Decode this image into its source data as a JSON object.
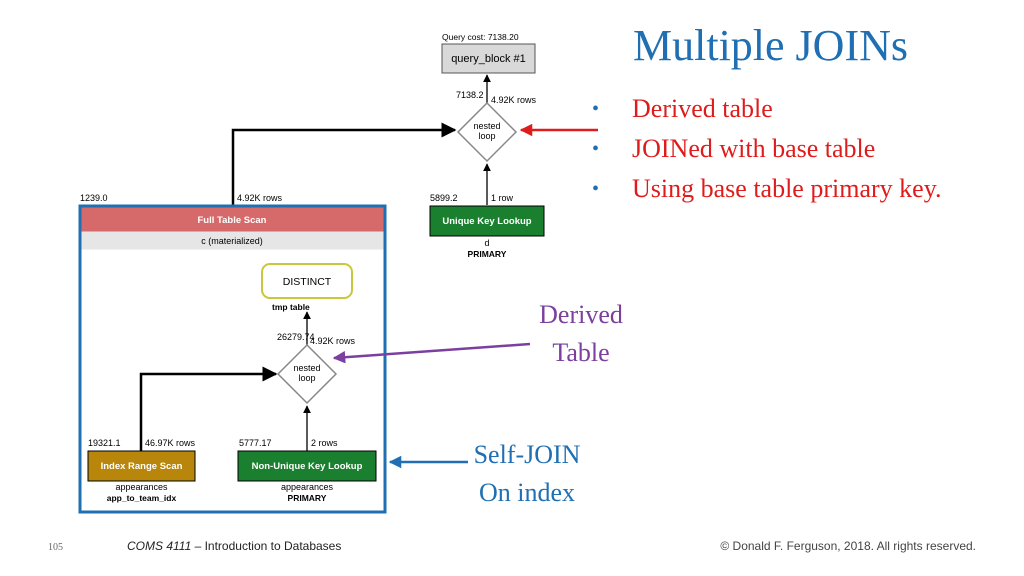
{
  "slide": {
    "title": "Multiple JOINs",
    "bullets": [
      "Derived table",
      "JOINed with base table",
      "Using base table primary key."
    ],
    "note_derived": [
      "Derived",
      "Table"
    ],
    "note_selfjoin": [
      "Self-JOIN",
      "On index"
    ],
    "footer": {
      "slide_number": "105",
      "course_code": "COMS 4111",
      "course_rest": " – Introduction to Databases",
      "copyright": "© Donald F. Ferguson, 2018. All rights reserved."
    },
    "colors": {
      "title": "#1f6fb2",
      "bullets": "#e01b1b",
      "derived_note": "#7b3fa0",
      "selfjoin_note": "#1f6fb2"
    }
  },
  "plan": {
    "query_cost": "Query cost: 7138.20",
    "query_block": "query_block #1",
    "top_join": {
      "cost": "7138.2",
      "rows": "4.92K rows",
      "label": [
        "nested",
        "loop"
      ]
    },
    "unique_lookup": {
      "cost": "5899.2",
      "rows": "1 row",
      "label": "Unique Key Lookup",
      "table": "d",
      "key": "PRIMARY"
    },
    "full_scan": {
      "cost": "1239.0",
      "rows": "4.92K rows",
      "label": "Full Table Scan",
      "table": "c (materialized)"
    },
    "distinct": {
      "label": "DISTINCT",
      "sub": "tmp table"
    },
    "inner_join": {
      "cost": "26279.74",
      "rows": "4.92K rows",
      "label": [
        "nested",
        "loop"
      ]
    },
    "index_scan": {
      "cost": "19321.1",
      "rows": "46.97K rows",
      "label": "Index Range Scan",
      "table": "appearances",
      "key": "app_to_team_idx"
    },
    "nonunique_lookup": {
      "cost": "5777.17",
      "rows": "2 rows",
      "label": "Non-Unique Key Lookup",
      "table": "appearances",
      "key": "PRIMARY"
    }
  }
}
